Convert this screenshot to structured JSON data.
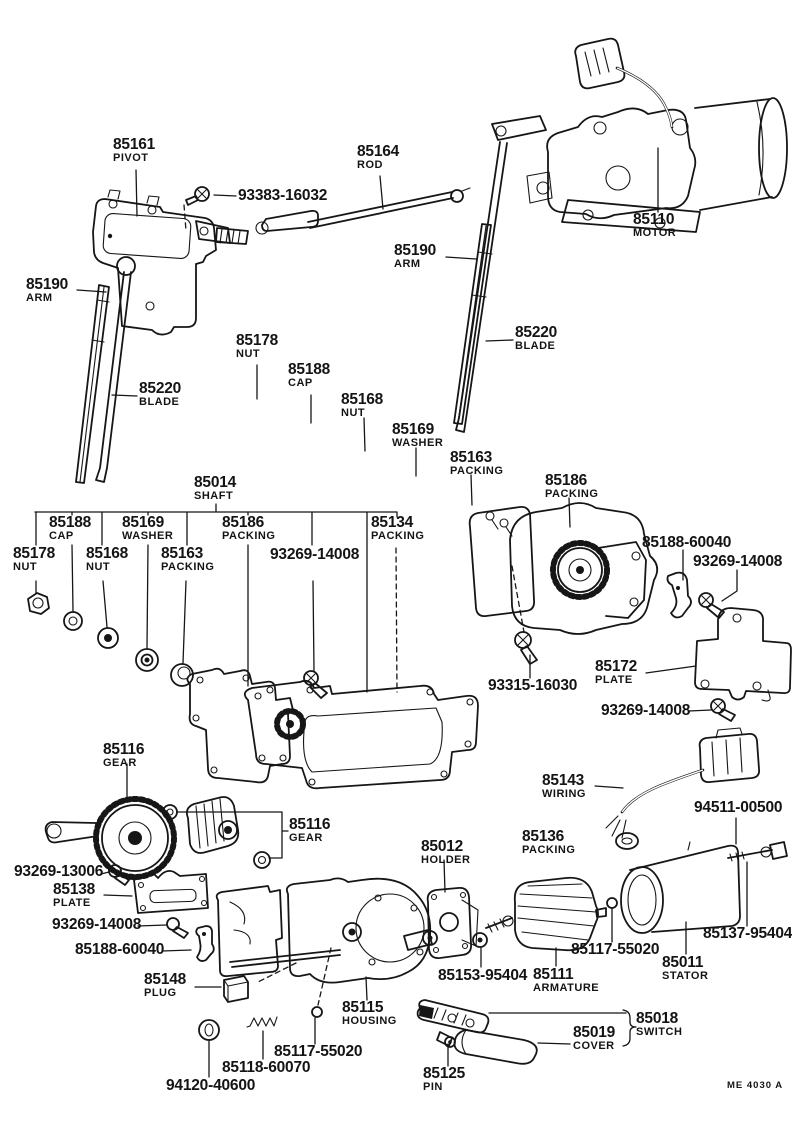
{
  "page": {
    "bg": "#ffffff",
    "ink": "#161616",
    "code": "ME 4030 A"
  },
  "diagram_title": "Windshield wiper motor and linkage parts diagram",
  "labels": [
    {
      "num": "85161",
      "name": "PIVOT"
    },
    {
      "num": "93383-16032"
    },
    {
      "num": "85164",
      "name": "ROD"
    },
    {
      "num": "85110",
      "name": "MOTOR"
    },
    {
      "num": "85190",
      "name": "ARM"
    },
    {
      "num": "85190",
      "name": "ARM"
    },
    {
      "num": "85220",
      "name": "BLADE"
    },
    {
      "num": "85178",
      "name": "NUT"
    },
    {
      "num": "85188",
      "name": "CAP"
    },
    {
      "num": "85220",
      "name": "BLADE"
    },
    {
      "num": "85168",
      "name": "NUT"
    },
    {
      "num": "85169",
      "name": "WASHER"
    },
    {
      "num": "85163",
      "name": "PACKING"
    },
    {
      "num": "85186",
      "name": "PACKING"
    },
    {
      "num": "85014",
      "name": "SHAFT"
    },
    {
      "num": "85188",
      "name": "CAP"
    },
    {
      "num": "85169",
      "name": "WASHER"
    },
    {
      "num": "85186",
      "name": "PACKING"
    },
    {
      "num": "85134",
      "name": "PACKING"
    },
    {
      "num": "85178",
      "name": "NUT"
    },
    {
      "num": "85168",
      "name": "NUT"
    },
    {
      "num": "85163",
      "name": "PACKING"
    },
    {
      "num": "93269-14008"
    },
    {
      "num": "85188-60040"
    },
    {
      "num": "93269-14008"
    },
    {
      "num": "85172",
      "name": "PLATE"
    },
    {
      "num": "93315-16030"
    },
    {
      "num": "93269-14008"
    },
    {
      "num": "85116",
      "name": "GEAR"
    },
    {
      "num": "85143",
      "name": "WIRING"
    },
    {
      "num": "94511-00500"
    },
    {
      "num": "85116",
      "name": "GEAR"
    },
    {
      "num": "85136",
      "name": "PACKING"
    },
    {
      "num": "85012",
      "name": "HOLDER"
    },
    {
      "num": "93269-13006"
    },
    {
      "num": "85138",
      "name": "PLATE"
    },
    {
      "num": "93269-14008"
    },
    {
      "num": "85188-60040"
    },
    {
      "num": "85137-95404"
    },
    {
      "num": "85117-55020"
    },
    {
      "num": "85011",
      "name": "STATOR"
    },
    {
      "num": "85153-95404"
    },
    {
      "num": "85111",
      "name": "ARMATURE"
    },
    {
      "num": "85148",
      "name": "PLUG"
    },
    {
      "num": "85115",
      "name": "HOUSING"
    },
    {
      "num": "85018",
      "name": "SWITCH"
    },
    {
      "num": "85019",
      "name": "COVER"
    },
    {
      "num": "85117-55020"
    },
    {
      "num": "85118-60070"
    },
    {
      "num": "94120-40600"
    },
    {
      "num": "85125",
      "name": "PIN"
    }
  ]
}
